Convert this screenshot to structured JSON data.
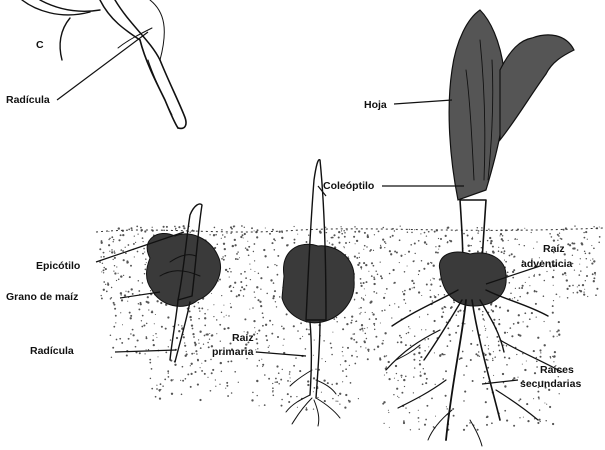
{
  "figure": {
    "panel_letter": "C",
    "labels": {
      "radicula_top": "Radícula",
      "hoja": "Hoja",
      "coleoptilo": "Coleóptilo",
      "epicotilo": "Epicótilo",
      "raiz_adventicia_1": "Raíz",
      "raiz_adventicia_2": "adventicia",
      "grano_de_maiz": "Grano de maíz",
      "radicula_bottom": "Radícula",
      "raiz_primaria_1": "Raíz",
      "raiz_primaria_2": "primaria",
      "raices_secundarias_1": "Raíces",
      "raices_secundarias_2": "secundarias"
    },
    "colors": {
      "ink": "#111111",
      "soil_dots": "#555555",
      "background": "#ffffff"
    }
  }
}
